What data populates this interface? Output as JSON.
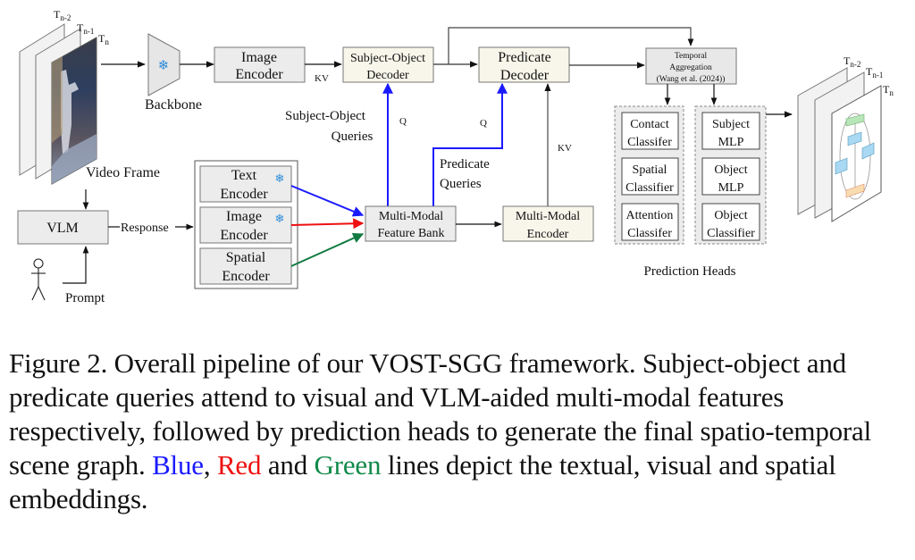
{
  "figure": {
    "input_frames": {
      "labels": [
        "Tn-2",
        "Tn-1",
        "Tn"
      ],
      "caption": "Video Frame"
    },
    "backbone": {
      "label": "Backbone",
      "icon": "snowflake-icon"
    },
    "image_encoder_top": {
      "line1": "Image",
      "line2": "Encoder"
    },
    "kv_label_1": "KV",
    "subject_object_decoder": {
      "line1": "Subject-Object",
      "line2": "Decoder"
    },
    "predicate_decoder": {
      "line1": "Predicate",
      "line2": "Decoder"
    },
    "temporal_aggregation": {
      "line1": "Temporal",
      "line2": "Aggregation",
      "line3": "(Wang et al. (2024))"
    },
    "subject_object_queries": {
      "line1": "Subject-Object",
      "line2": "Queries"
    },
    "q_label_1": "Q",
    "q_label_2": "Q",
    "predicate_queries": {
      "line1": "Predicate",
      "line2": "Queries"
    },
    "kv_label_2": "KV",
    "vlm": {
      "label": "VLM",
      "response": "Response",
      "prompt": "Prompt"
    },
    "encoders": [
      {
        "line1": "Text",
        "line2": "Encoder",
        "frozen": true
      },
      {
        "line1": "Image",
        "line2": "Encoder",
        "frozen": true
      },
      {
        "line1": "Spatial",
        "line2": "Encoder",
        "frozen": false
      }
    ],
    "feature_bank": {
      "line1": "Multi-Modal",
      "line2": "Feature Bank"
    },
    "multimodal_encoder": {
      "line1": "Multi-Modal",
      "line2": "Encoder"
    },
    "prediction_heads": {
      "title": "Prediction Heads",
      "left": [
        {
          "line1": "Contact",
          "line2": "Classifer"
        },
        {
          "line1": "Spatial",
          "line2": "Classifier"
        },
        {
          "line1": "Attention",
          "line2": "Classifer"
        }
      ],
      "right": [
        {
          "line1": "Subject",
          "line2": "MLP"
        },
        {
          "line1": "Object",
          "line2": "MLP"
        },
        {
          "line1": "Object",
          "line2": "Classifier"
        }
      ]
    },
    "output_frames": {
      "labels": [
        "Tn-2",
        "Tn-1",
        "Tn"
      ]
    },
    "colors": {
      "textual": "#1a1aff",
      "visual": "#ee1111",
      "spatial": "#107a40",
      "decoder_fill": "#f8f6ea",
      "box_fill": "#ececec",
      "snowflake": "#2a8ad8"
    }
  },
  "caption": {
    "part1": "Figure 2. Overall pipeline of our VOST-SGG framework. Subject-object and predicate queries attend to visual and VLM-aided multi-modal features respectively, followed by prediction heads to generate the final spatio-temporal scene graph. ",
    "blue": "Blue",
    "comma": ", ",
    "red": "Red",
    "and": " and ",
    "green": "Green",
    "part2": " lines depict the textual, visual and spatial embeddings."
  }
}
